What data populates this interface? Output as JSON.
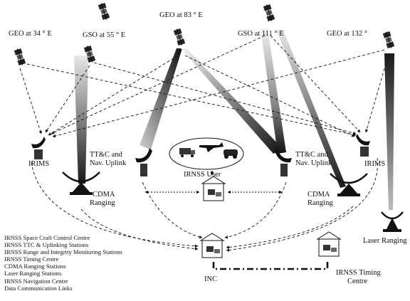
{
  "satellites": {
    "geo34": "GEO at 34 ° E",
    "gso55": "GSO at 55 ° E",
    "geo83": "GEO at 83 ° E",
    "gso111": "GSO at 111 ° E",
    "geo132": "GEO at 132 °"
  },
  "stations": {
    "irims_left": "IRIMS",
    "irims_right": "IRIMS",
    "ttc_left": [
      "TT&C and",
      "Nav. Uplink"
    ],
    "ttc_right": [
      "TT&C and",
      "Nav. Uplink"
    ],
    "cdma_left": [
      "CDMA",
      "Ranging"
    ],
    "cdma_right": [
      "CDMA",
      "Ranging"
    ],
    "irnss_user": "IRNSS User",
    "laser_ranging": "Laser Ranging",
    "inc": "INC",
    "timing_centre": [
      "IRNSS Timing",
      "Centre"
    ]
  },
  "legend": [
    "IRNSS Space Craft Control Centre",
    "IRNSS TTC & Uplinking Stations",
    "IRNSS Range and Integrity Monitoring Stations",
    "IRNSS Timing Centre",
    "CDMA Ranging Stations",
    "Laser Ranging Stations",
    "IRNSS Navigation Centre",
    "Data Communication Links"
  ],
  "icons": [
    "satellite-icon",
    "antenna-dish-icon",
    "ranging-station-icon",
    "building-icon",
    "car-icon",
    "airplane-icon",
    "truck-icon"
  ]
}
